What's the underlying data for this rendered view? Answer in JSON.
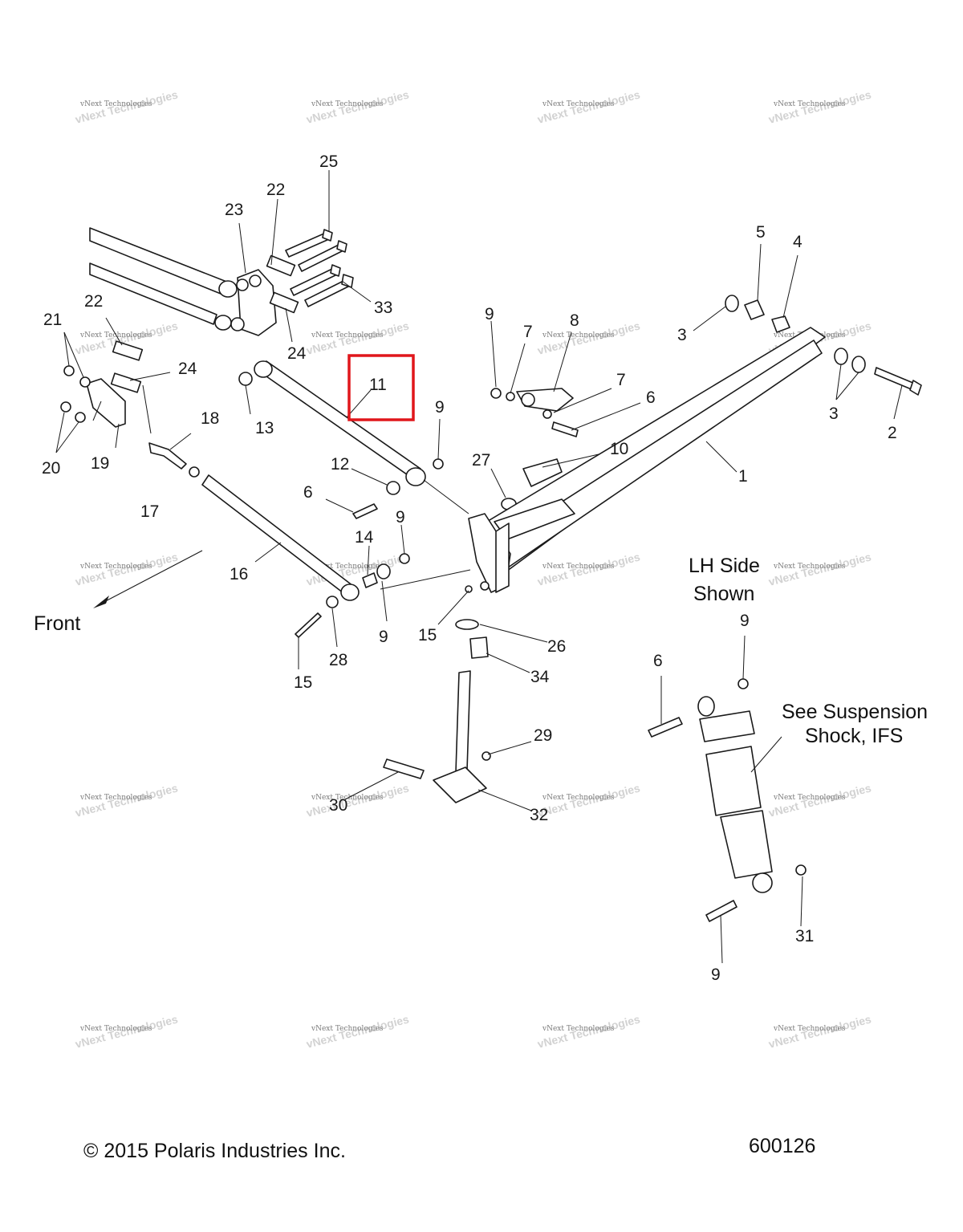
{
  "diagram": {
    "figure_number": "600126",
    "copyright": "© 2015 Polaris Industries Inc.",
    "front_label": "Front",
    "side_note_line1": "LH Side",
    "side_note_line2": "Shown",
    "reference_line1": "See Suspension",
    "reference_line2": "Shock, IFS",
    "highlighted_callout": "11",
    "highlight_color": "#e0161b",
    "watermark_line1": "vNext Technologies",
    "watermark_line2": "vNext Technologies",
    "callouts": [
      "25",
      "22",
      "23",
      "5",
      "4",
      "33",
      "22",
      "21",
      "24",
      "9",
      "7",
      "8",
      "3",
      "24",
      "7",
      "11",
      "6",
      "3",
      "9",
      "2",
      "18",
      "13",
      "27",
      "10",
      "1",
      "12",
      "20",
      "19",
      "6",
      "17",
      "9",
      "14",
      "16",
      "LH",
      "9",
      "15",
      "26",
      "28",
      "15",
      "6",
      "34",
      "29",
      "30",
      "32",
      "31",
      "9",
      "34"
    ]
  }
}
